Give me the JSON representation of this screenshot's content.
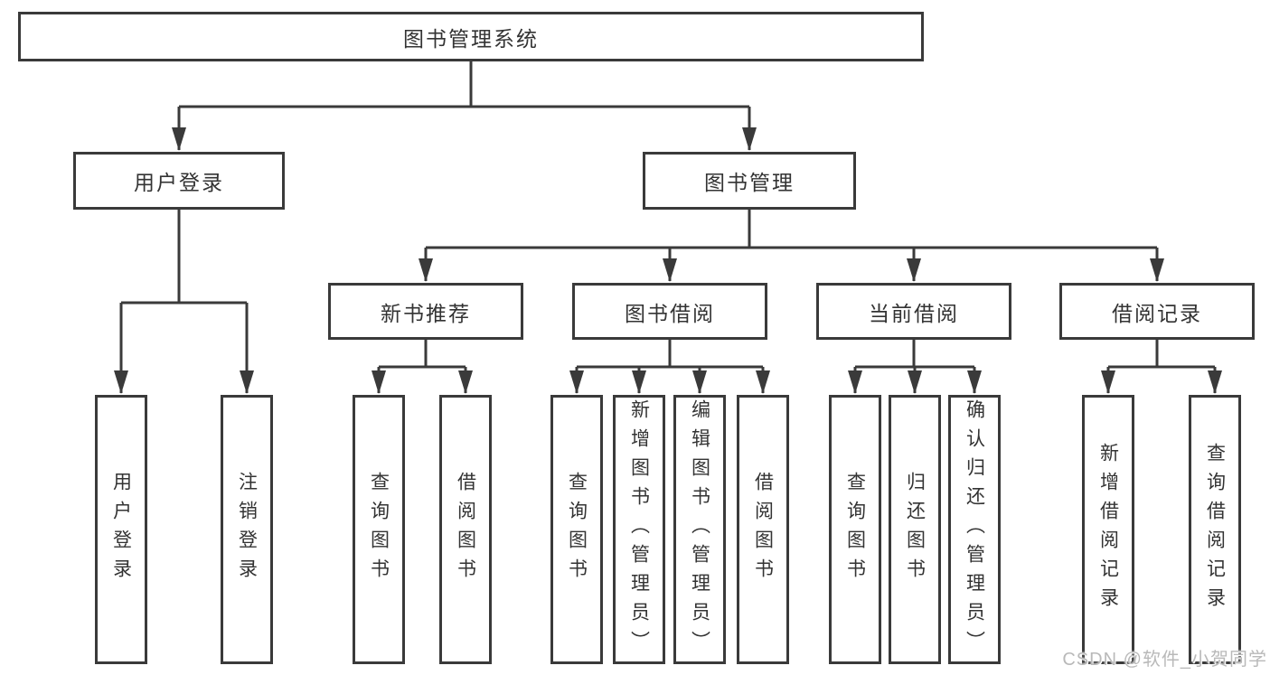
{
  "diagram": {
    "root": {
      "label": "图书管理系统"
    },
    "level2": [
      {
        "label": "用户登录"
      },
      {
        "label": "图书管理"
      }
    ],
    "level3": [
      {
        "label": "新书推荐",
        "parent": "图书管理"
      },
      {
        "label": "图书借阅",
        "parent": "图书管理"
      },
      {
        "label": "当前借阅",
        "parent": "图书管理"
      },
      {
        "label": "借阅记录",
        "parent": "图书管理"
      }
    ],
    "leaves": [
      {
        "label": "用户登录",
        "parent": "用户登录"
      },
      {
        "label": "注销登录",
        "parent": "用户登录"
      },
      {
        "label": "查询图书",
        "parent": "新书推荐"
      },
      {
        "label": "借阅图书",
        "parent": "新书推荐"
      },
      {
        "label": "查询图书",
        "parent": "图书借阅"
      },
      {
        "label": "新增图书（管理员）",
        "parent": "图书借阅"
      },
      {
        "label": "编辑图书（管理员）",
        "parent": "图书借阅"
      },
      {
        "label": "借阅图书",
        "parent": "图书借阅"
      },
      {
        "label": "查询图书",
        "parent": "当前借阅"
      },
      {
        "label": "归还图书",
        "parent": "当前借阅"
      },
      {
        "label": "确认归还（管理员）",
        "parent": "当前借阅"
      },
      {
        "label": "新增借阅记录",
        "parent": "借阅记录"
      },
      {
        "label": "查询借阅记录",
        "parent": "借阅记录"
      }
    ]
  },
  "watermark": {
    "text": "CSDN @软件_小贺同学"
  },
  "colors": {
    "line": "#3a3a3a",
    "text": "#333333",
    "watermark": "#b9b9b9",
    "background": "#ffffff"
  }
}
